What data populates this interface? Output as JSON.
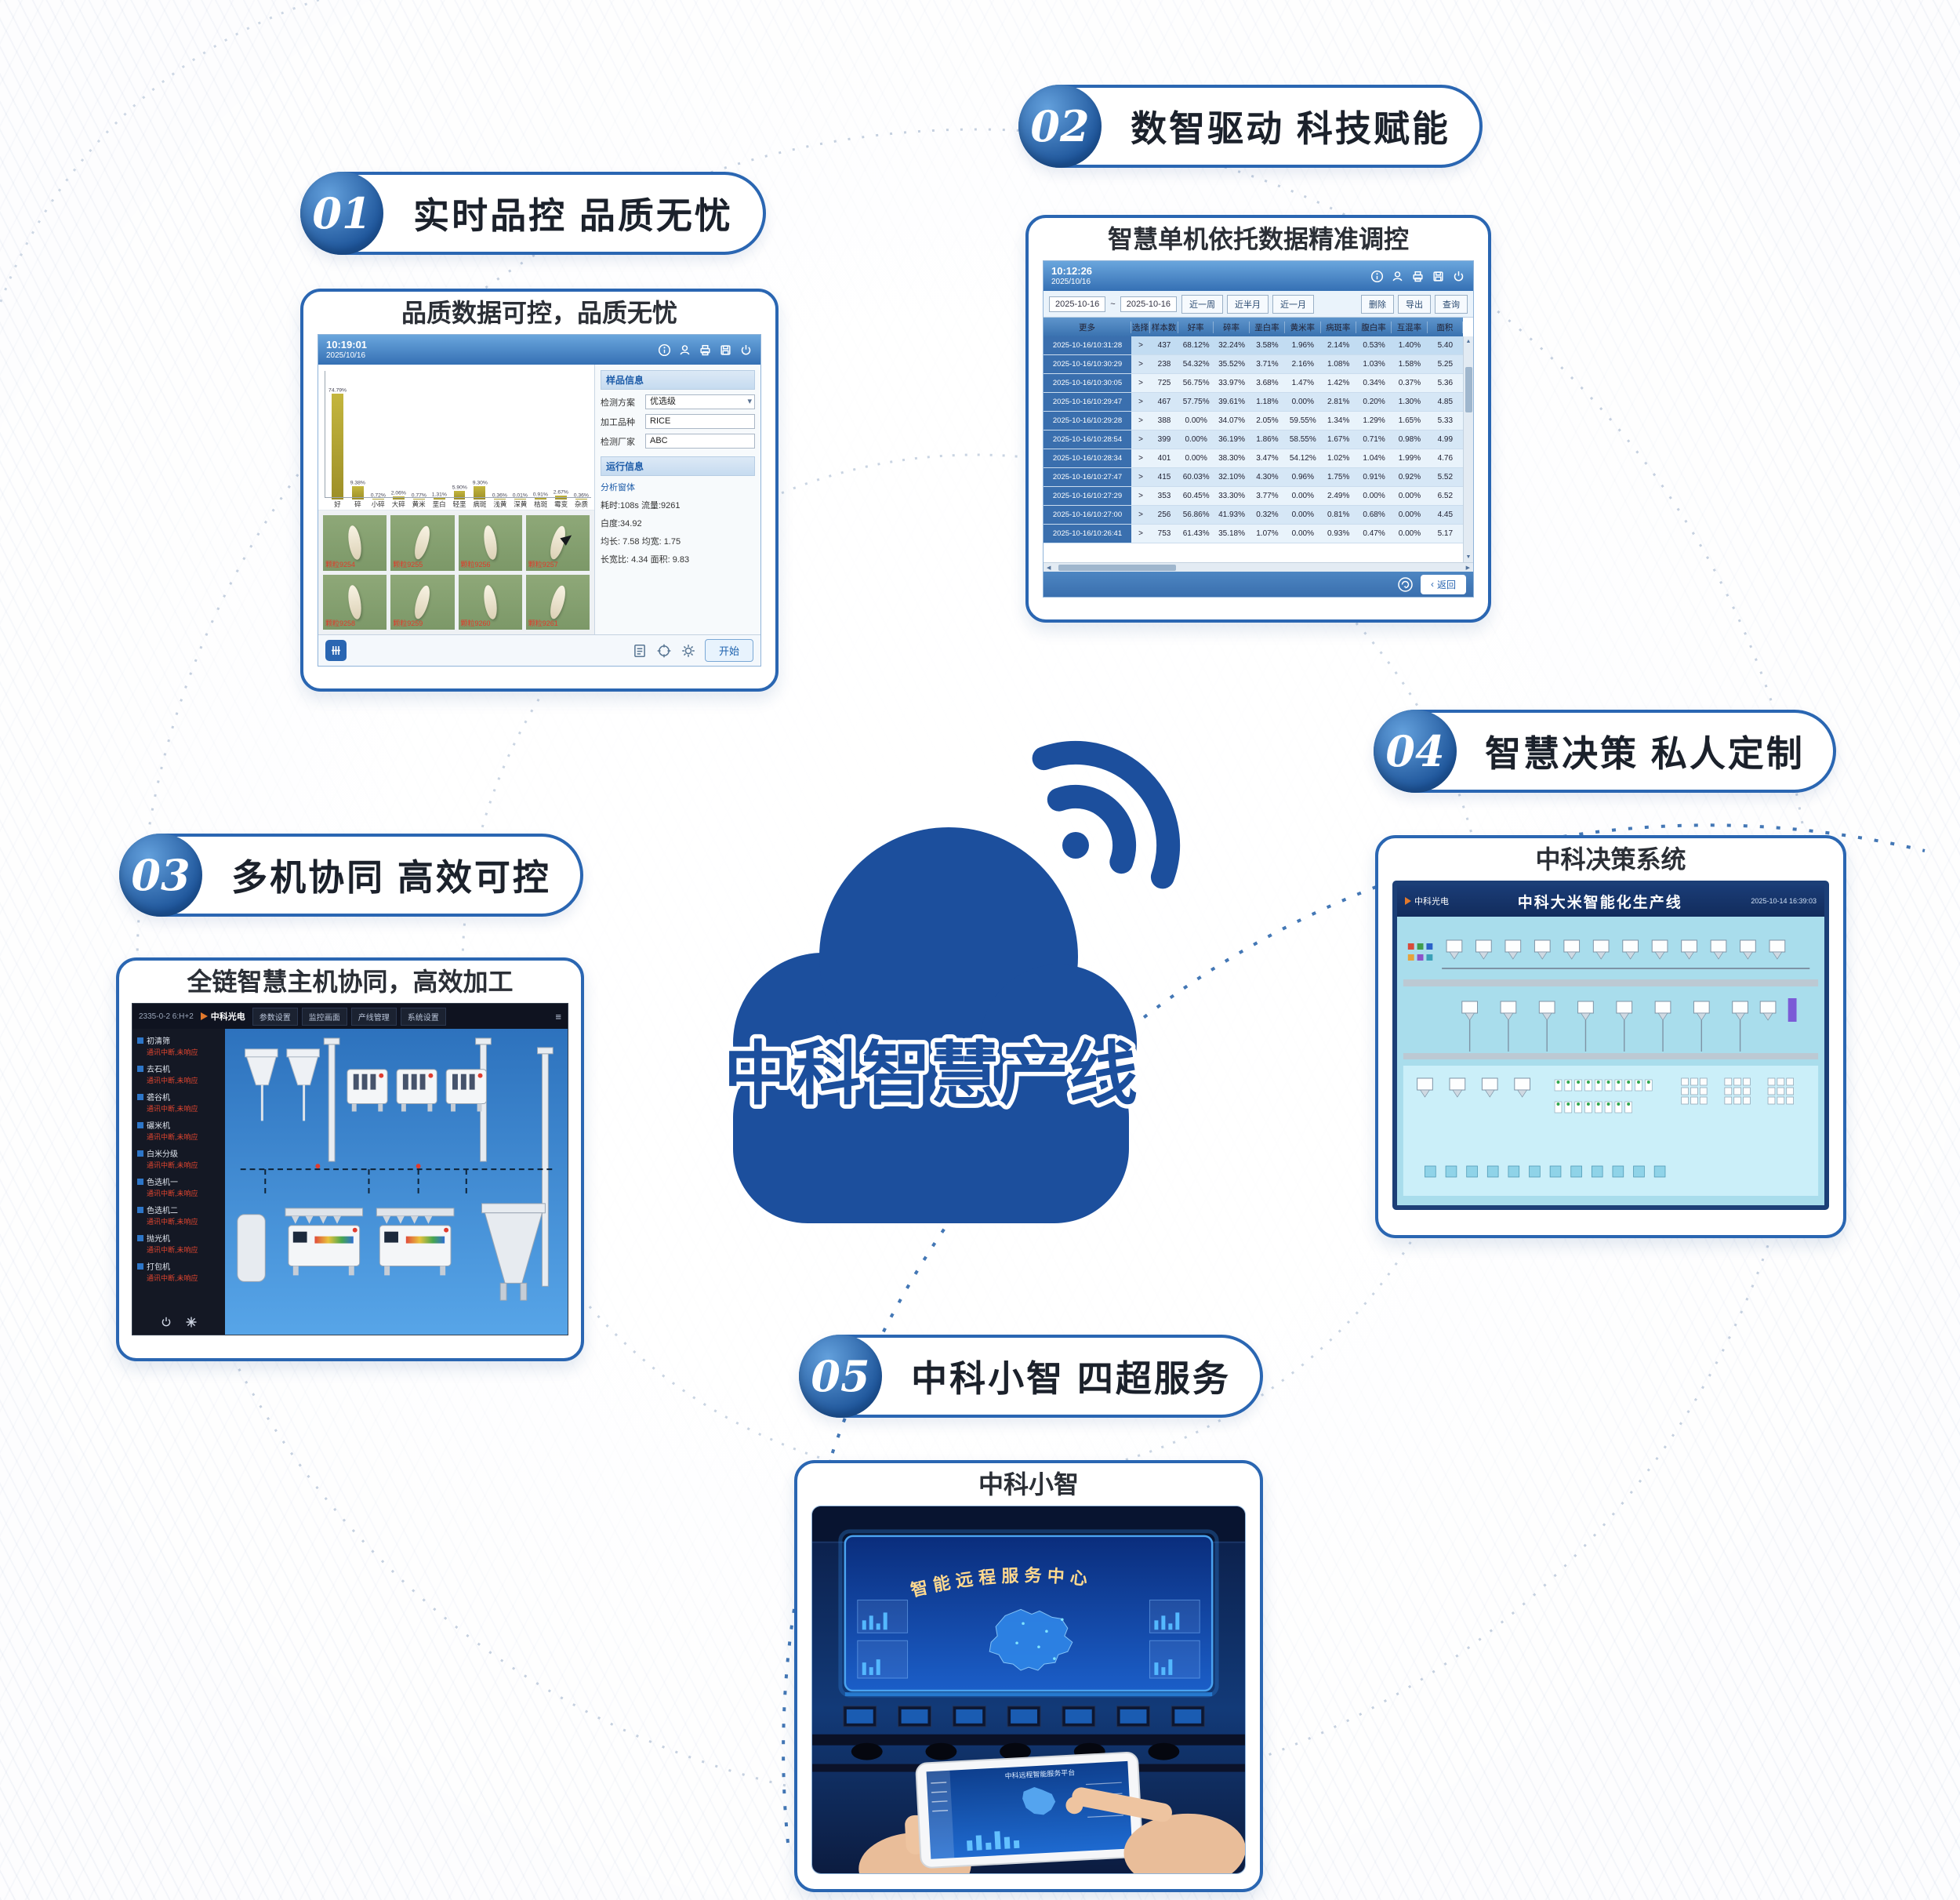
{
  "page": {
    "center_title": "中科智慧产线"
  },
  "colors": {
    "primary": "#2a66b2",
    "cloud": "#1c4f9d",
    "alert_red": "#e0452f",
    "bar_olive": "#b3a433"
  },
  "sections": [
    {
      "num": "01",
      "label": "实时品控  品质无忧"
    },
    {
      "num": "02",
      "label": "数智驱动  科技赋能"
    },
    {
      "num": "03",
      "label": "多机协同  高效可控"
    },
    {
      "num": "04",
      "label": "智慧决策  私人定制"
    },
    {
      "num": "05",
      "label": "中科小智  四超服务"
    }
  ],
  "panel1": {
    "title": "品质数据可控，品质无忧",
    "time": "10:19:01",
    "date": "2025/10/16",
    "chart_data": {
      "type": "bar",
      "ylim": [
        0,
        100
      ],
      "points": [
        {
          "label": "好",
          "value": 74.79,
          "text": "74.79%"
        },
        {
          "label": "碎",
          "value": 9.38,
          "text": "9.38%"
        },
        {
          "label": "小碎",
          "value": 0.72,
          "text": "0.72%"
        },
        {
          "label": "大碎",
          "value": 2.06,
          "text": "2.06%"
        },
        {
          "label": "黄米",
          "value": 0.77,
          "text": "0.77%"
        },
        {
          "label": "垩白",
          "value": 1.31,
          "text": "1.31%"
        },
        {
          "label": "轻垩",
          "value": 5.9,
          "text": "5.90%"
        },
        {
          "label": "病斑",
          "value": 9.3,
          "text": "9.30%"
        },
        {
          "label": "浅黄",
          "value": 0.36,
          "text": "0.36%"
        },
        {
          "label": "深黄",
          "value": 0.01,
          "text": "0.01%"
        },
        {
          "label": "桔斑",
          "value": 0.91,
          "text": "0.91%"
        },
        {
          "label": "霉变",
          "value": 2.67,
          "text": "2.67%"
        },
        {
          "label": "杂质",
          "value": 0.36,
          "text": "0.36%"
        }
      ]
    },
    "sample_section": "样品信息",
    "fields": [
      {
        "label": "检测方案",
        "value": "优选级"
      },
      {
        "label": "加工品种",
        "value": "RICE"
      },
      {
        "label": "检测厂家",
        "value": "ABC"
      }
    ],
    "run_section": "运行信息",
    "analysis_label": "分析窗体",
    "run_lines": [
      "耗时:108s 流量:9261",
      "白度:34.92",
      "均长: 7.58  均宽: 1.75",
      "长宽比: 4.34 面积: 9.83"
    ],
    "grains": [
      "颗粒9254",
      "颗粒9255",
      "颗粒9256",
      "颗粒9257",
      "颗粒9258",
      "颗粒9259",
      "颗粒9260",
      "颗粒9261"
    ],
    "start_button": "开始"
  },
  "panel2": {
    "title": "智慧单机依托数据精准调控",
    "time": "10:12:26",
    "date": "2025/10/16",
    "date_from": "2025-10-16",
    "tilde": "~",
    "date_to": "2025-10-16",
    "range_buttons": [
      "近一周",
      "近半月",
      "近一月"
    ],
    "action_buttons": [
      "删除",
      "导出",
      "查询"
    ],
    "table": {
      "headers": [
        "更多",
        "选择",
        "样本数",
        "好率",
        "碎率",
        "垩白率",
        "黄米率",
        "病斑率",
        "腹白率",
        "互混率",
        "面积"
      ],
      "rows": [
        {
          "time": "2025-10-16/10:31:28",
          "arrow": ">",
          "cells": [
            "437",
            "68.12%",
            "32.24%",
            "3.58%",
            "1.96%",
            "2.14%",
            "0.53%",
            "1.40%",
            "5.40"
          ]
        },
        {
          "time": "2025-10-16/10:30:29",
          "arrow": ">",
          "cells": [
            "238",
            "54.32%",
            "35.52%",
            "3.71%",
            "2.16%",
            "1.08%",
            "1.03%",
            "1.58%",
            "5.25"
          ]
        },
        {
          "time": "2025-10-16/10:30:05",
          "arrow": ">",
          "cells": [
            "725",
            "56.75%",
            "33.97%",
            "3.68%",
            "1.47%",
            "1.42%",
            "0.34%",
            "0.37%",
            "5.36"
          ]
        },
        {
          "time": "2025-10-16/10:29:47",
          "arrow": ">",
          "cells": [
            "467",
            "57.75%",
            "39.61%",
            "1.18%",
            "0.00%",
            "2.81%",
            "0.20%",
            "1.30%",
            "4.85"
          ]
        },
        {
          "time": "2025-10-16/10:29:28",
          "arrow": ">",
          "cells": [
            "388",
            "0.00%",
            "34.07%",
            "2.05%",
            "59.55%",
            "1.34%",
            "1.29%",
            "1.65%",
            "5.33"
          ]
        },
        {
          "time": "2025-10-16/10:28:54",
          "arrow": ">",
          "cells": [
            "399",
            "0.00%",
            "36.19%",
            "1.86%",
            "58.55%",
            "1.67%",
            "0.71%",
            "0.98%",
            "4.99"
          ]
        },
        {
          "time": "2025-10-16/10:28:34",
          "arrow": ">",
          "cells": [
            "401",
            "0.00%",
            "38.30%",
            "3.47%",
            "54.12%",
            "1.02%",
            "1.04%",
            "1.99%",
            "4.76"
          ]
        },
        {
          "time": "2025-10-16/10:27:47",
          "arrow": ">",
          "cells": [
            "415",
            "60.03%",
            "32.10%",
            "4.30%",
            "0.96%",
            "1.75%",
            "0.91%",
            "0.92%",
            "5.52"
          ]
        },
        {
          "time": "2025-10-16/10:27:29",
          "arrow": ">",
          "cells": [
            "353",
            "60.45%",
            "33.30%",
            "3.77%",
            "0.00%",
            "2.49%",
            "0.00%",
            "0.00%",
            "6.52"
          ]
        },
        {
          "time": "2025-10-16/10:27:00",
          "arrow": ">",
          "cells": [
            "256",
            "56.86%",
            "41.93%",
            "0.32%",
            "0.00%",
            "0.81%",
            "0.68%",
            "0.00%",
            "4.45"
          ]
        },
        {
          "time": "2025-10-16/10:26:41",
          "arrow": ">",
          "cells": [
            "753",
            "61.43%",
            "35.18%",
            "1.07%",
            "0.00%",
            "0.93%",
            "0.47%",
            "0.00%",
            "5.17"
          ]
        }
      ]
    },
    "back_button": "返回"
  },
  "panel3": {
    "title": "全链智慧主机协同，高效加工",
    "topbar": {
      "code": "2335-0-2  6:H+2",
      "brand": "中科光电",
      "menus": [
        "参数设置",
        "监控画面",
        "产线管理",
        "系统设置"
      ],
      "right": "≡"
    },
    "devices": [
      {
        "name": "初清筛",
        "status": "通讯中断,未响应"
      },
      {
        "name": "去石机",
        "status": "通讯中断,未响应"
      },
      {
        "name": "砻谷机",
        "status": "通讯中断,未响应"
      },
      {
        "name": "碾米机",
        "status": "通讯中断,未响应"
      },
      {
        "name": "白米分级",
        "status": "通讯中断,未响应"
      },
      {
        "name": "色选机一",
        "status": "通讯中断,未响应"
      },
      {
        "name": "色选机二",
        "status": "通讯中断,未响应"
      },
      {
        "name": "抛光机",
        "status": "通讯中断,未响应"
      },
      {
        "name": "打包机",
        "status": "通讯中断,未响应"
      }
    ]
  },
  "panel4": {
    "title": "中科决策系统",
    "brand": "中科光电",
    "heading": "中科大米智能化生产线",
    "timestamp": "2025-10-14 16:39:03"
  },
  "panel5": {
    "title": "中科小智",
    "screen_heading": "智能远程服务中心",
    "tablet_heading": "中科远程智能服务平台"
  }
}
